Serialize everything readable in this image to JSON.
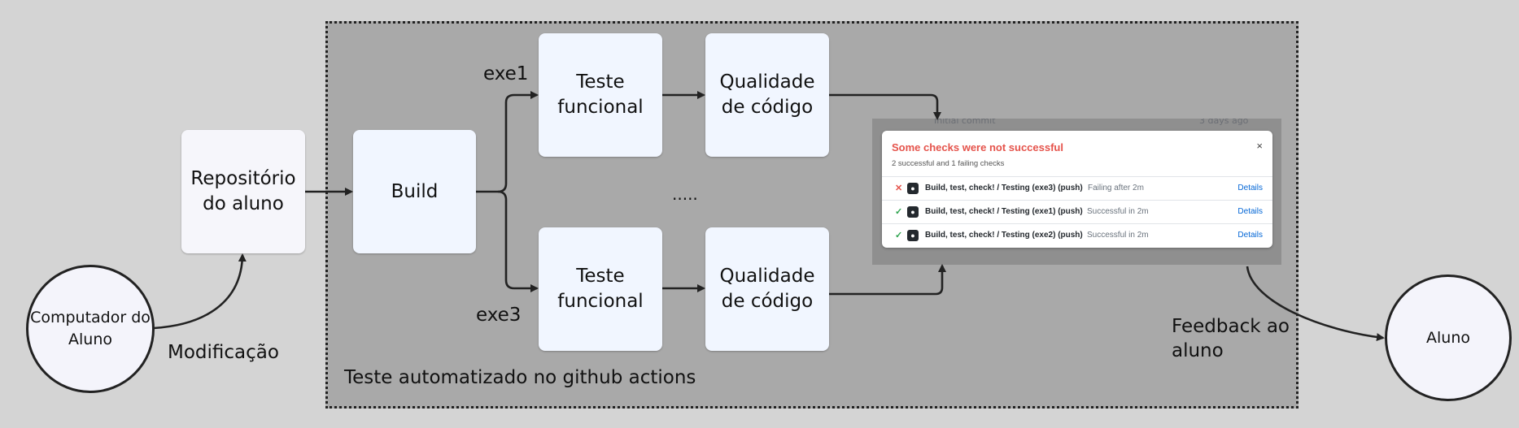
{
  "nodes": {
    "computer": "Computador do Aluno",
    "repository": "Repositório do aluno",
    "build": "Build",
    "test_top": "Teste funcional",
    "quality_top": "Qualidade de código",
    "test_bottom": "Teste funcional",
    "quality_bottom": "Qualidade de código",
    "student": "Aluno"
  },
  "labels": {
    "modification": "Modificação",
    "exe1": "exe1",
    "exe3": "exe3",
    "ellipsis": ".....",
    "github_actions": "Teste automatizado no github actions",
    "feedback": "Feedback ao aluno"
  },
  "screenshot": {
    "background": {
      "commit": "Initial commit",
      "ago": "3 days ago"
    },
    "popup": {
      "title": "Some checks were not successful",
      "subtitle": "2 successful and 1 failing checks",
      "close": "×",
      "checks": [
        {
          "status": "fail",
          "icon": "x-icon",
          "name": "Build, test, check! / Testing (exe3) (push)",
          "result": "Failing after 2m",
          "link": "Details"
        },
        {
          "status": "pass",
          "icon": "check-icon",
          "name": "Build, test, check! / Testing (exe1) (push)",
          "result": "Successful in 2m",
          "link": "Details"
        },
        {
          "status": "pass",
          "icon": "check-icon",
          "name": "Build, test, check! / Testing (exe2) (push)",
          "result": "Successful in 2m",
          "link": "Details"
        }
      ]
    }
  },
  "colors": {
    "fail": "#e5534b",
    "pass": "#2da44e",
    "link": "#0366d6",
    "box": "#f1f6ff",
    "frame": "#a9a9a9"
  }
}
